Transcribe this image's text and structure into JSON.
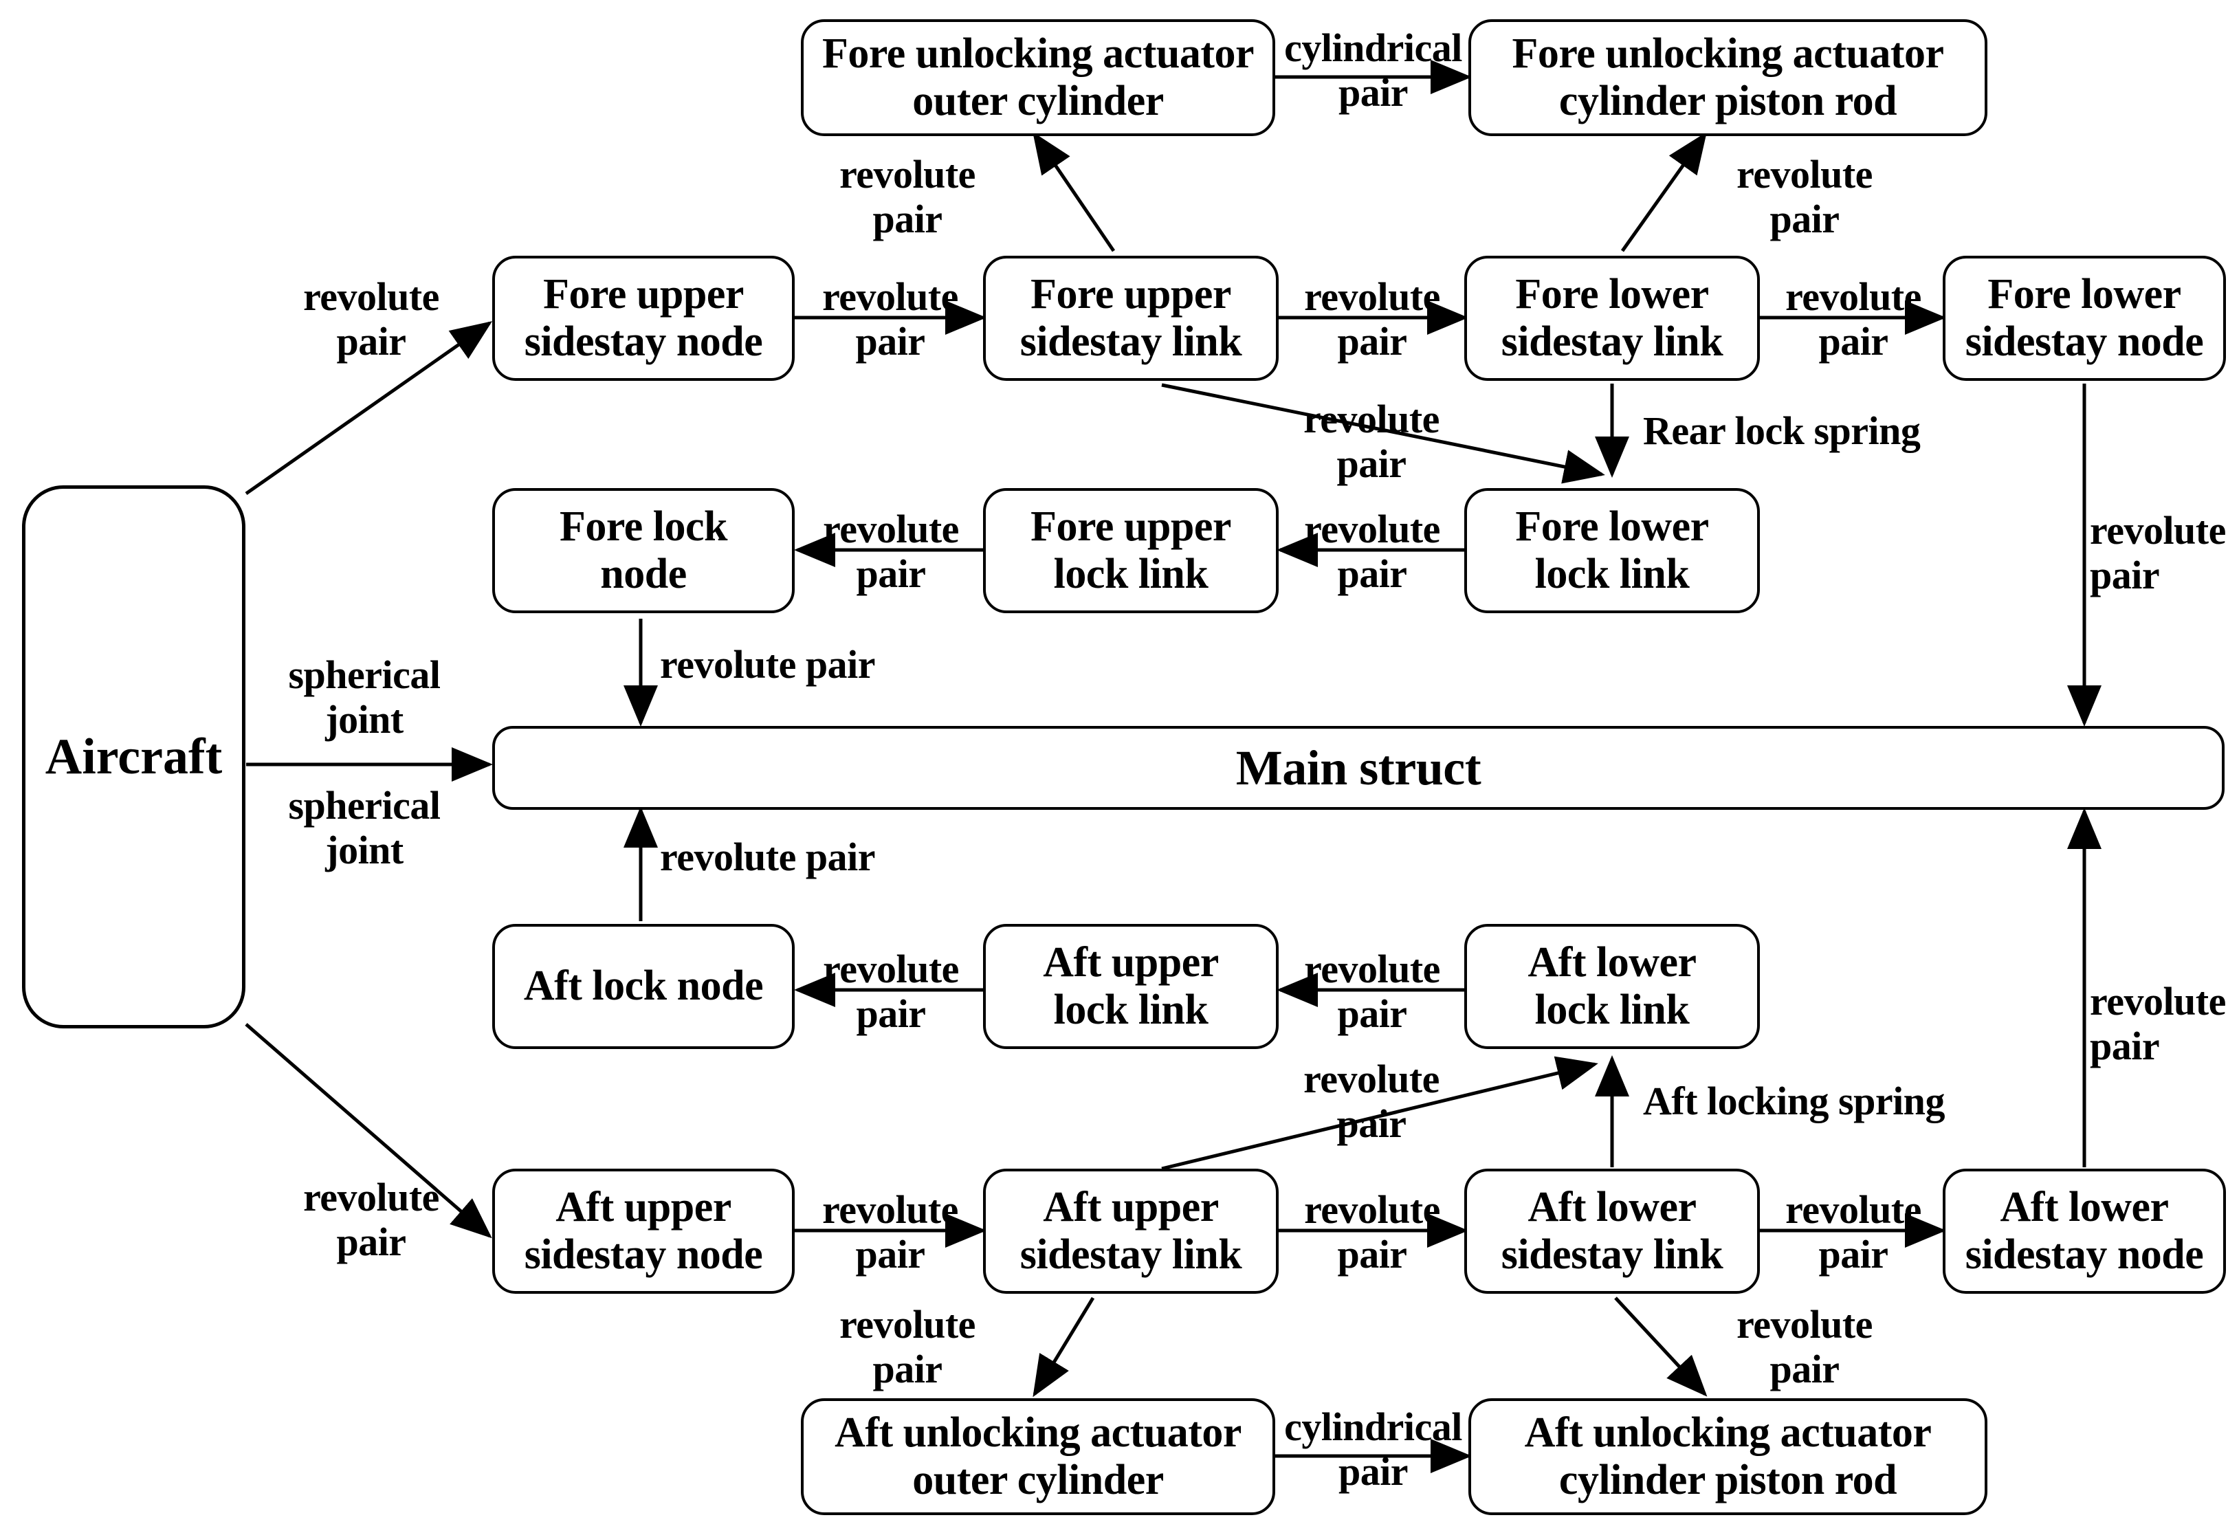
{
  "diagram": {
    "title": "Landing gear topological structure diagram",
    "background": "#ffffff",
    "line_color": "#000000"
  },
  "nodes": {
    "aircraft": "Aircraft",
    "main_struct": "Main struct",
    "fore_unlock_cyl": "Fore unlocking actuator\nouter cylinder",
    "fore_unlock_rod": "Fore unlocking actuator\ncylinder piston rod",
    "fore_upper_sidestay_node": "Fore upper\nsidestay node",
    "fore_upper_sidestay_link": "Fore upper\nsidestay link",
    "fore_lower_sidestay_link": "Fore lower\nsidestay link",
    "fore_lower_sidestay_node": "Fore lower\nsidestay node",
    "fore_lock_node": "Fore lock\nnode",
    "fore_upper_lock_link": "Fore upper\nlock link",
    "fore_lower_lock_link": "Fore lower\nlock link",
    "aft_lock_node": "Aft lock node",
    "aft_upper_lock_link": "Aft upper\nlock link",
    "aft_lower_lock_link": "Aft lower\nlock link",
    "aft_upper_sidestay_node": "Aft upper\nsidestay node",
    "aft_upper_sidestay_link": "Aft upper\nsidestay link",
    "aft_lower_sidestay_link": "Aft lower\nsidestay link",
    "aft_lower_sidestay_node": "Aft lower\nsidestay node",
    "aft_unlock_cyl": "Aft unlocking actuator\nouter cylinder",
    "aft_unlock_rod": "Aft unlocking actuator\ncylinder piston rod"
  },
  "edge_labels": {
    "e01": "revolute\npair",
    "e02": "revolute\npair",
    "e03": "revolute\npair",
    "e04": "revolute\npair",
    "e05": "cylindrical\npair",
    "e06": "revolute\npair",
    "e07": "revolute\npair",
    "e08": "Rear lock spring",
    "e09": "revolute\npair",
    "e10": "revolute\npair",
    "e11": "revolute\npair",
    "e12": "revolute pair",
    "e13": "spherical\njoint",
    "e14": "spherical\njoint",
    "e15": "revolute pair",
    "e16": "revolute\npair",
    "e17": "revolute\npair",
    "e18": "revolute\npair",
    "e19": "revolute\npair",
    "e20": "revolute\npair",
    "e21": "revolute\npair",
    "e22": "Aft locking spring",
    "e23": "revolute\npair",
    "e24": "revolute\npair",
    "e25": "cylindrical\npair",
    "e26": "revolute\npair",
    "e27": "revolute\npair"
  }
}
